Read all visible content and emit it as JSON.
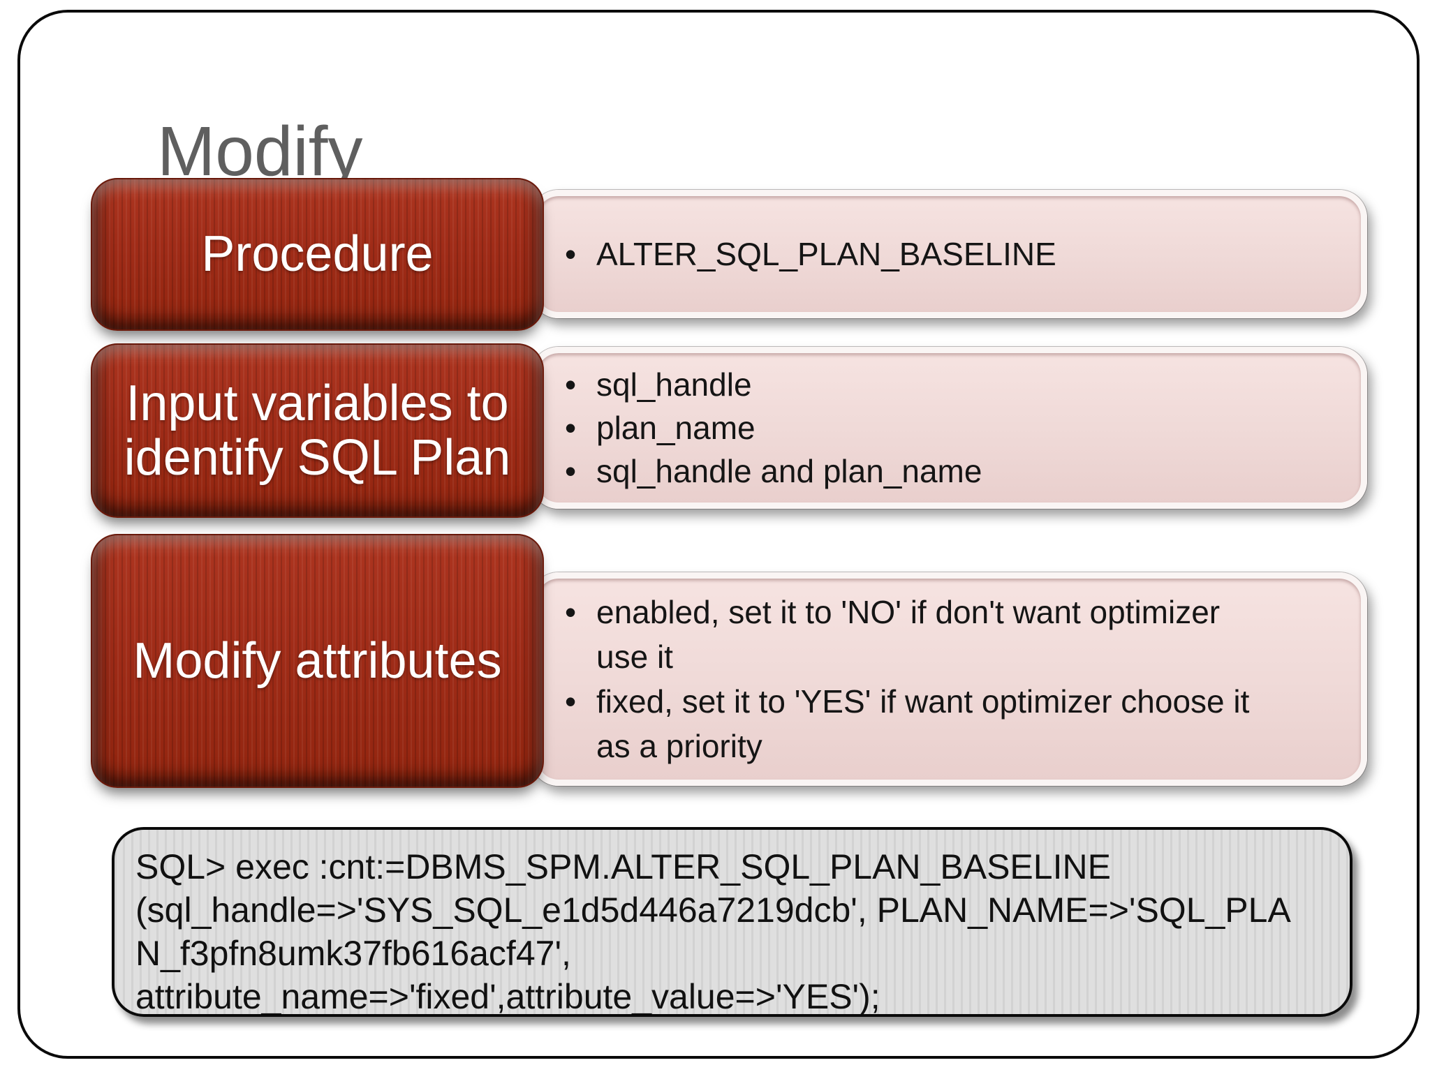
{
  "slide": {
    "title": "Modify",
    "bullet_glyph": "•",
    "rows": [
      {
        "label": "Procedure",
        "bullets": [
          "ALTER_SQL_PLAN_BASELINE"
        ]
      },
      {
        "label": "Input variables to identify SQL Plan",
        "bullets": [
          "sql_handle",
          "plan_name",
          "sql_handle and plan_name"
        ]
      },
      {
        "label": "Modify attributes",
        "bullets": [
          "enabled, set it to 'NO' if don't want optimizer use it",
          "fixed, set it to 'YES' if want optimizer choose it as a priority"
        ]
      }
    ],
    "code": {
      "lines": [
        "SQL> exec :cnt:=DBMS_SPM.ALTER_SQL_PLAN_BASELINE",
        "(sql_handle=>'SYS_SQL_e1d5d446a7219dcb', PLAN_NAME=>'SQL_PLA",
        "N_f3pfn8umk37fb616acf47',",
        "attribute_name=>'fixed',attribute_value=>'YES');"
      ]
    },
    "colors": {
      "red_box": "#a02c18",
      "pink_box": "#efd9d7",
      "code_box_bg": "#dcdcdc",
      "title_text": "#5f5f5f",
      "label_text": "#ffffff",
      "body_text": "#151515",
      "frame_border": "#0a0a0a"
    }
  }
}
